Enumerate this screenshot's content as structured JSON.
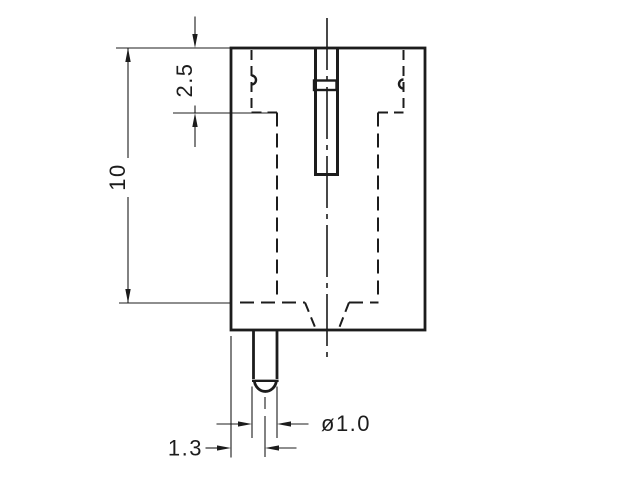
{
  "drawing": {
    "background_color": "#ffffff",
    "line_color": "#1c1c1c",
    "dimensions": {
      "upper_depth": "2.5",
      "overall_depth": "10",
      "pin_offset": "1.3",
      "pin_diameter": "ø1.0"
    }
  }
}
